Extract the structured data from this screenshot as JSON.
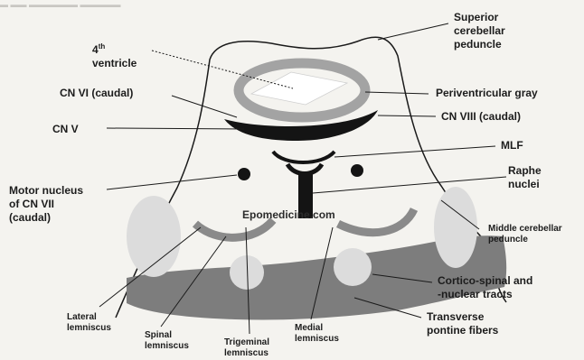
{
  "labels": {
    "fourth_ventricle": "4th\nventricle",
    "superior_cerebellar_peduncle": "Superior\ncerebellar\npeduncle",
    "periventricular_gray": "Periventricular gray",
    "cn_vi_caudal": "CN VI (caudal)",
    "cn_viii_caudal": "CN VIII (caudal)",
    "cn_v": "CN V",
    "mlf": "MLF",
    "raphe_nuclei": "Raphe\nnuclei",
    "motor_nucleus_cn_vii": "Motor nucleus\nof CN VII\n(caudal)",
    "middle_cerebellar_peduncle": "Middle cerebellar\npeduncle",
    "cortico_spinal_tracts": "Cortico-spinal and\n-nuclear tracts",
    "transverse_pontine_fibers": "Transverse\npontine fibers",
    "lateral_lemniscus": "Lateral\nlemniscus",
    "spinal_lemniscus": "Spinal\nlemniscus",
    "trigeminal_lemniscus": "Trigeminal\nlemniscus",
    "medial_lemniscus": "Medial\nlemniscus"
  },
  "watermark": "Epomedicine.com",
  "colors": {
    "outline": "#1a1a1a",
    "gray_ring": "#a3a3a3",
    "black_structure": "#141414",
    "pale_oval": "#dcdcdc",
    "pontine_fibers": "#7d7d7d",
    "background": "#f4f3ef"
  }
}
